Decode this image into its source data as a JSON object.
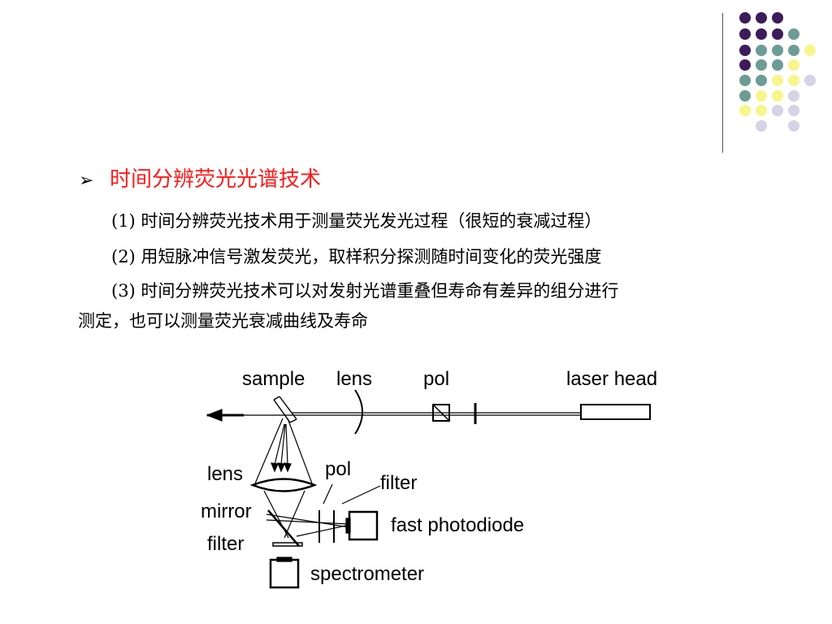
{
  "heading": {
    "bullet": "➢",
    "text": "时间分辨荧光光谱技术"
  },
  "paragraphs": [
    "(1) 时间分辨荧光技术用于测量荧光发光过程（很短的衰减过程）",
    "(2) 用短脉冲信号激发荧光，取样积分探测随时间变化的荧光强度",
    "(3) 时间分辨荧光技术可以对发射光谱重叠但寿命有差异的组分进行",
    "测定，也可以测量荧光衰减曲线及寿命"
  ],
  "diagram": {
    "labels": {
      "sample": "sample",
      "lens_top": "lens",
      "pol_top": "pol",
      "laser_head": "laser head",
      "lens_bottom": "lens",
      "pol_bottom": "pol",
      "filter_right": "filter",
      "mirror": "mirror",
      "filter_left": "filter",
      "fast_photodiode": "fast photodiode",
      "spectrometer": "spectrometer"
    }
  },
  "decoration": {
    "dot_colors": {
      "purple": "#3d1b5c",
      "teal": "#6d9c94",
      "yellow": "#f6f68c",
      "lavender": "#d5d3e6"
    }
  }
}
